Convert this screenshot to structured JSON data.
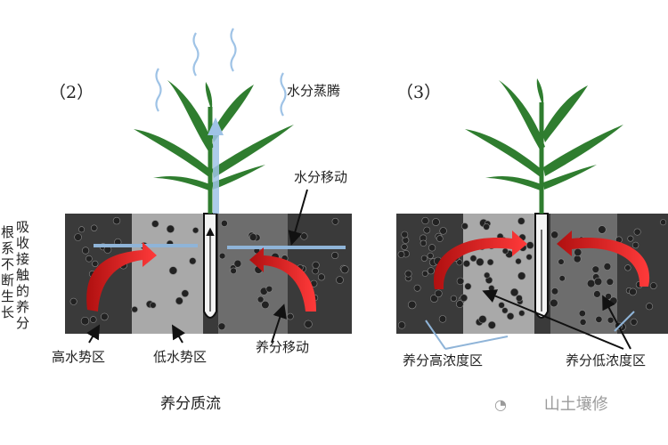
{
  "panel_left": {
    "number": "（2）",
    "evaporation_label": "水分蒸腾",
    "water_move_label": "水分移动",
    "high_water_label": "高水势区",
    "low_water_label": "低水势区",
    "nutrient_move_label": "养分移动",
    "caption": "养分质流"
  },
  "panel_right": {
    "number": "（3）",
    "high_conc_label": "养分高浓度区",
    "low_conc_label": "养分低浓度区"
  },
  "side_text": {
    "col1": "吸收接触的养分",
    "col2": "根系不断生长"
  },
  "watermark": "山土壤修",
  "colors": {
    "soil_dark": "#3a3a3a",
    "soil_mid": "#6d6d6d",
    "soil_light": "#a9a9a9",
    "leaf_green": "#2f7d2f",
    "water_blue": "#7fa8d8",
    "arrow_red": "#d91f1f"
  }
}
